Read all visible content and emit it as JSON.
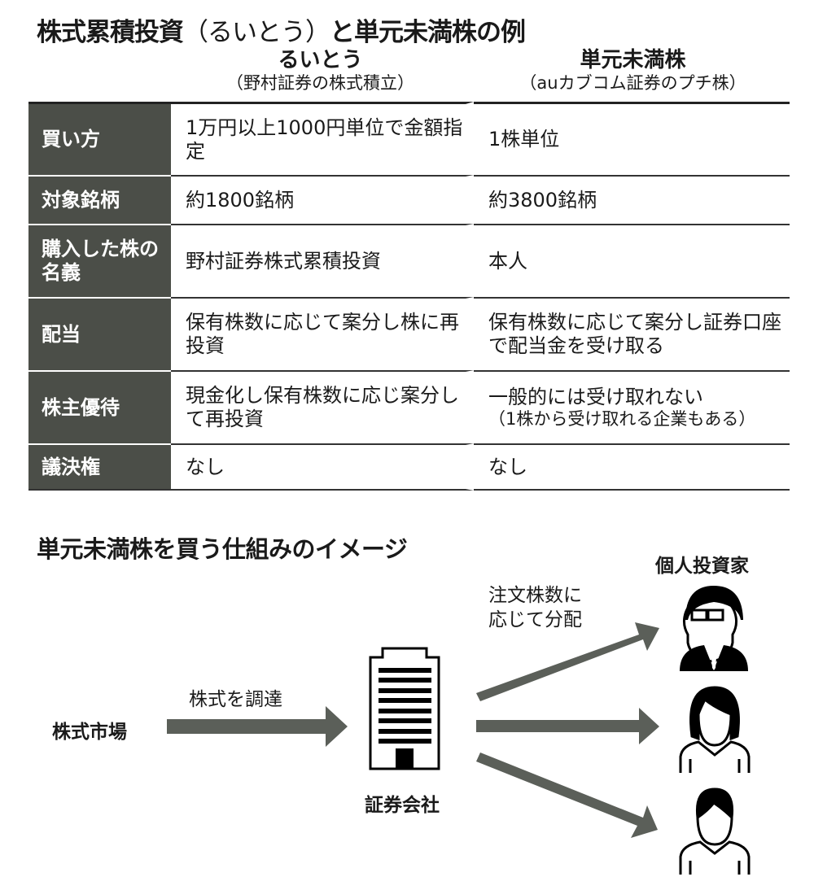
{
  "title": {
    "part1": "株式累積投資",
    "paren": "（るいとう）",
    "part2": "と単元未満株の例"
  },
  "columns": [
    {
      "name": "るいとう",
      "sub": "（野村証券の株式積立）"
    },
    {
      "name": "単元未満株",
      "sub": "（auカブコム証券のプチ株）"
    }
  ],
  "rows": [
    {
      "label": "買い方",
      "ruitou": "1万円以上1000円単位で金額指定",
      "tangen": "1株単位"
    },
    {
      "label": "対象銘柄",
      "ruitou": "約1800銘柄",
      "tangen": "約3800銘柄"
    },
    {
      "label": "購入した株の名義",
      "ruitou": "野村証券株式累積投資",
      "tangen": "本人"
    },
    {
      "label": "配当",
      "ruitou": "保有株数に応じて案分し株に再投資",
      "tangen": "保有株数に応じて案分し証券口座で配当金を受け取る"
    },
    {
      "label": "株主優待",
      "ruitou": "現金化し保有株数に応じ案分して再投資",
      "tangen": "一般的には受け取れない",
      "tangen_note": "（1株から受け取れる企業もある）"
    },
    {
      "label": "議決権",
      "ruitou": "なし",
      "tangen": "なし"
    }
  ],
  "diagram": {
    "title": "単元未満株を買う仕組みのイメージ",
    "market": "株式市場",
    "procure": "株式を調達",
    "broker": "証券会社",
    "distribute_line1": "注文株数に",
    "distribute_line2": "応じて分配",
    "investors": "個人投資家",
    "arrow_color": "#5b5f59"
  }
}
